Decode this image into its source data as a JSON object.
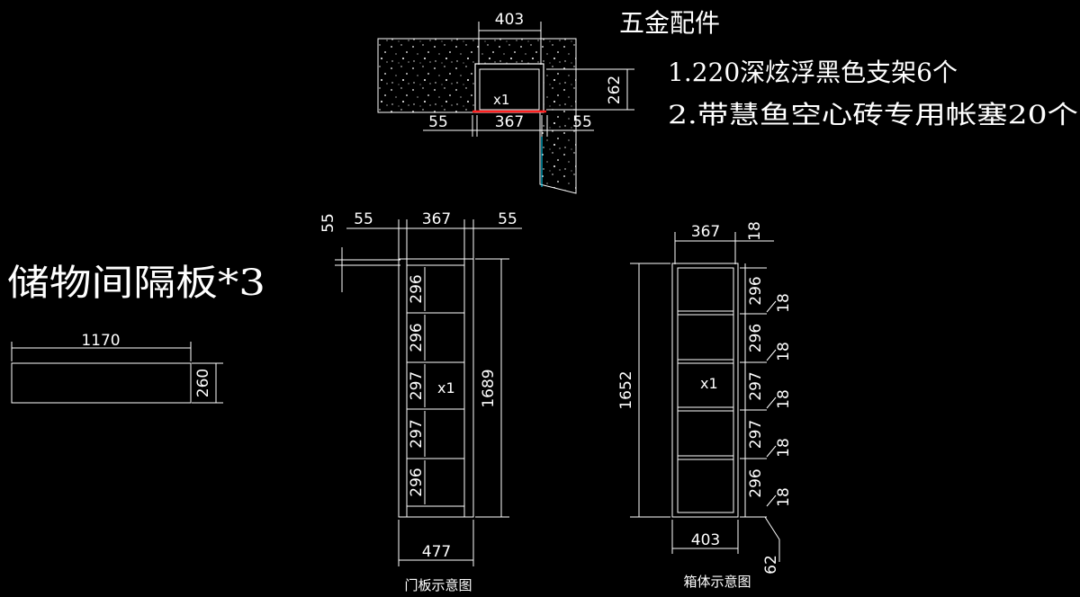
{
  "hardware": {
    "title": "五金配件",
    "line1": "1.220深炫浮黑色支架6个",
    "line2": "2.带慧鱼空心砖专用帐塞20个"
  },
  "shelf": {
    "title": "储物间隔板*3",
    "width": "1170",
    "height": "260"
  },
  "plan": {
    "width_top": "403",
    "height": "262",
    "tag": "x1",
    "left": "55",
    "inner": "367",
    "right": "55"
  },
  "door": {
    "caption": "门板示意图",
    "top_left": "55",
    "top_mid": "367",
    "top_right": "55",
    "side_55": "55",
    "total_height": "1689",
    "bottom_width": "477",
    "tag": "x1",
    "cells": [
      "296",
      "296",
      "297",
      "297",
      "296"
    ]
  },
  "box": {
    "caption": "箱体示意图",
    "top_width": "367",
    "top_18": "18",
    "total_height": "1652",
    "bottom_width": "403",
    "bottom_62": "62",
    "tag": "x1",
    "cells": [
      "296",
      "296",
      "297",
      "297",
      "296"
    ],
    "gaps": [
      "18",
      "18",
      "18",
      "18",
      "18"
    ]
  }
}
